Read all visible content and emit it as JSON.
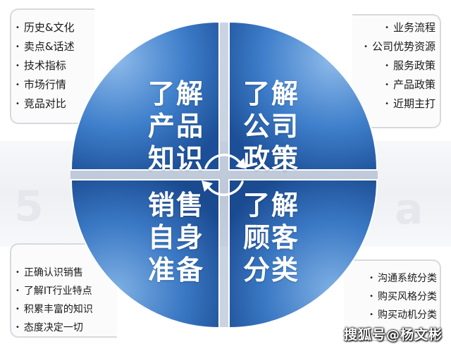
{
  "colors": {
    "quadrant_light": "#6aa0dc",
    "quadrant_dark": "#1f5aa6",
    "panel_border": "#d6d9de"
  },
  "bullet": "•",
  "quadrants": {
    "top_left": [
      "了解",
      "产品",
      "知识"
    ],
    "top_right": [
      "了解",
      "公司",
      "政策"
    ],
    "bottom_left": [
      "销售",
      "自身",
      "准备"
    ],
    "bottom_right": [
      "了解",
      "顾客",
      "分类"
    ]
  },
  "lists": {
    "top_left": [
      "历史&文化",
      "卖点&话述",
      "技术指标",
      "市场行情",
      "竞品对比"
    ],
    "top_right": [
      "业务流程",
      "公司优势资源",
      "服务政策",
      "产品政策",
      "近期主打"
    ],
    "bottom_left": [
      "正确认识销售",
      "了解IT行业特点",
      "积累丰富的知识",
      "态度决定一切"
    ],
    "bottom_right": [
      "沟通系统分类",
      "购买风格分类",
      "购买动机分类"
    ]
  },
  "center_icon": "cycle-arrows-icon",
  "watermark": "搜狐号@杨文彬"
}
